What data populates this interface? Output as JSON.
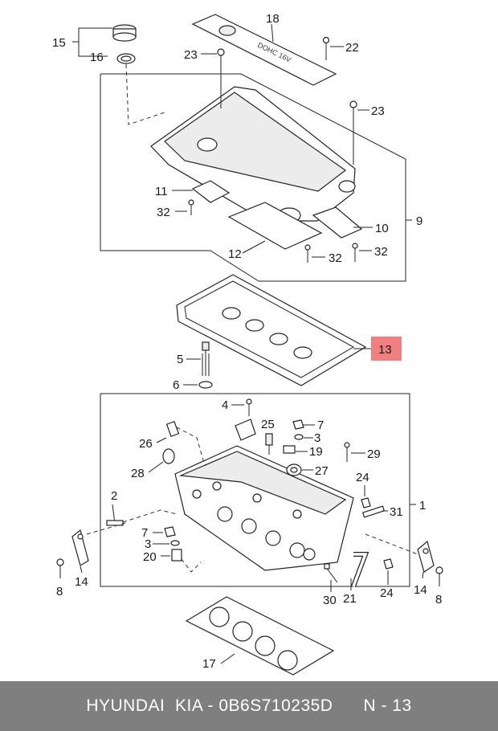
{
  "diagram": {
    "highlight_color": "#f08080",
    "labels": {
      "l1": "1",
      "l2": "2",
      "l3a": "3",
      "l3b": "3",
      "l4": "4",
      "l5": "5",
      "l6": "6",
      "l7a": "7",
      "l7b": "7",
      "l8a": "8",
      "l8b": "8",
      "l9": "9",
      "l10": "10",
      "l11": "11",
      "l12": "12",
      "l13": "13",
      "l14a": "14",
      "l14b": "14",
      "l15": "15",
      "l16": "16",
      "l17": "17",
      "l18": "18",
      "l19": "19",
      "l20": "20",
      "l21": "21",
      "l22": "22",
      "l23a": "23",
      "l23b": "23",
      "l24a": "24",
      "l24b": "24",
      "l25": "25",
      "l26": "26",
      "l27": "27",
      "l28": "28",
      "l29": "29",
      "l30": "30",
      "l31": "31",
      "l32a": "32",
      "l32b": "32",
      "l32c": "32"
    }
  },
  "footer": {
    "text": "HYUNDAI  KIA - 0B6S710235D      N - 13"
  }
}
